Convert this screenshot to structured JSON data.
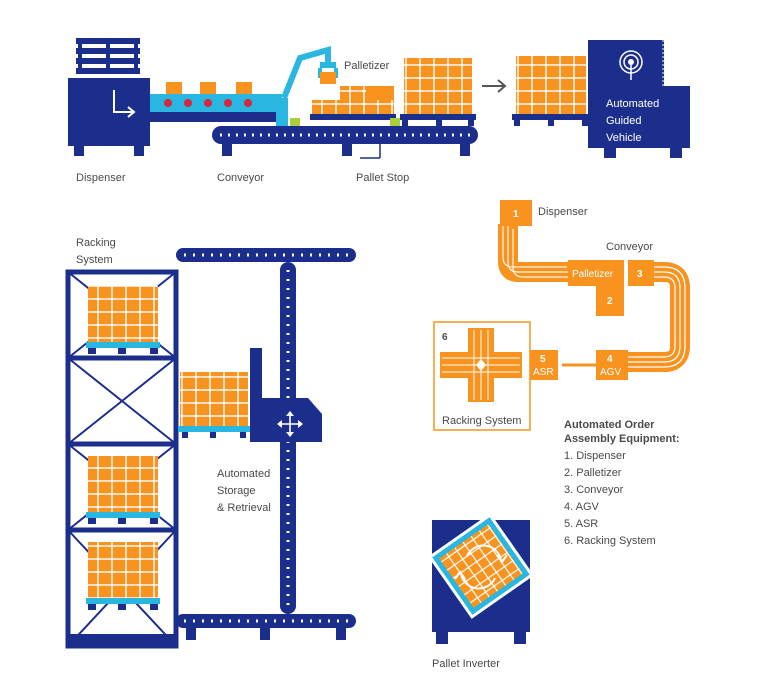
{
  "colors": {
    "navy": "#1c2e8c",
    "navy_dark": "#142270",
    "orange": "#f7931e",
    "orange_light": "#f6a94a",
    "cyan": "#29b6e0",
    "red": "#d7263d",
    "lime": "#a8cf3a",
    "label": "#4a4a4a"
  },
  "top_labels": {
    "dispenser": "Dispenser",
    "conveyor": "Conveyor",
    "palletizer": "Palletizer",
    "pallet_stop": "Pallet Stop",
    "agv_line1": "Automated",
    "agv_line2": "Guided",
    "agv_line3": "Vehicle"
  },
  "asr_section": {
    "racking_line1": "Racking",
    "racking_line2": "System",
    "asr_line1": "Automated",
    "asr_line2": "Storage",
    "asr_line3": "& Retrieval"
  },
  "flow_diagram": {
    "dispenser_num": "1",
    "dispenser_label": "Dispenser",
    "conveyor_label": "Conveyor",
    "palletizer_label": "Palletizer",
    "palletizer_num": "2",
    "conveyor_num": "3",
    "agv_num": "4",
    "agv_label": "AGV",
    "asr_num": "5",
    "asr_label": "ASR",
    "racking_num": "6",
    "racking_label": "Racking System"
  },
  "legend": {
    "title_line1": "Automated Order",
    "title_line2": "Assembly Equipment:",
    "items": [
      "1. Dispenser",
      "2. Palletizer",
      "3. Conveyor",
      "4. AGV",
      "5. ASR",
      "6. Racking System"
    ]
  },
  "inverter": {
    "label": "Pallet Inverter"
  },
  "icons": {
    "antenna": "wifi-antenna-icon",
    "arrow": "arrow-right-icon",
    "move": "move-arrows-icon",
    "rotate": "rotate-icon"
  }
}
